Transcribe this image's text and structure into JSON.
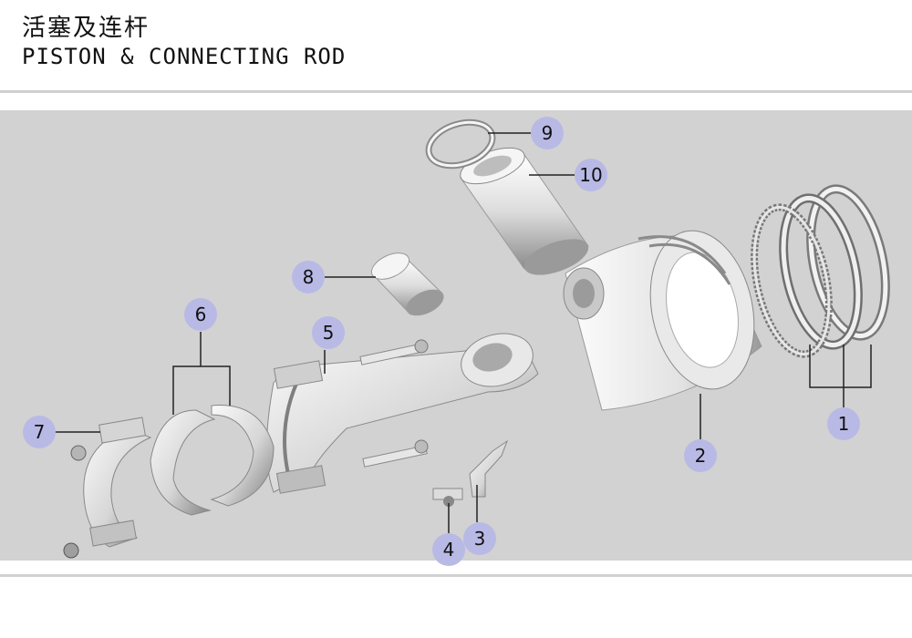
{
  "header": {
    "title_cn": "活塞及连杆",
    "title_en": "PISTON & CONNECTING ROD"
  },
  "colors": {
    "panel": "#d2d2d2",
    "callout": "#b9b9e6",
    "metal_light": "#f4f4f4",
    "metal_dark": "#8a8a8a"
  },
  "callouts": [
    "1",
    "2",
    "3",
    "4",
    "5",
    "6",
    "7",
    "8",
    "9",
    "10"
  ]
}
